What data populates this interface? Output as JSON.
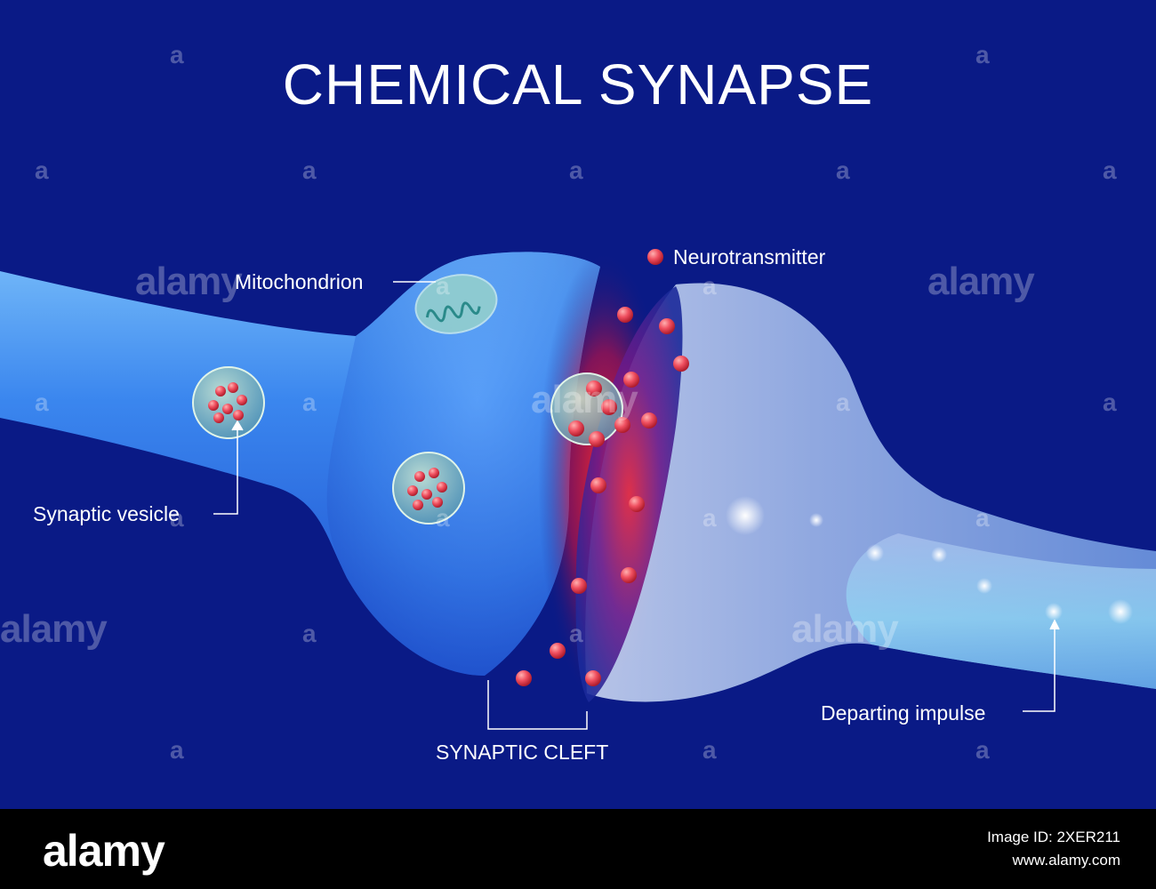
{
  "diagram": {
    "title": "CHEMICAL SYNAPSE",
    "labels": {
      "mitochondrion": "Mitochondrion",
      "neurotransmitter": "Neurotransmitter",
      "synaptic_vesicle": "Synaptic vesicle",
      "synaptic_cleft": "SYNAPTIC CLEFT",
      "departing_impulse": "Departing impulse"
    }
  },
  "watermark": {
    "text": "alamy",
    "glyph": "a"
  },
  "footer": {
    "logo": "alamy",
    "image_id": "Image ID: 2XER211",
    "site": "www.alamy.com"
  },
  "colors": {
    "background": "#0a1a86",
    "neuron": "#3f8ef5",
    "neurotransmitter": "#f05060",
    "cleft_glow": "#ff2020"
  }
}
